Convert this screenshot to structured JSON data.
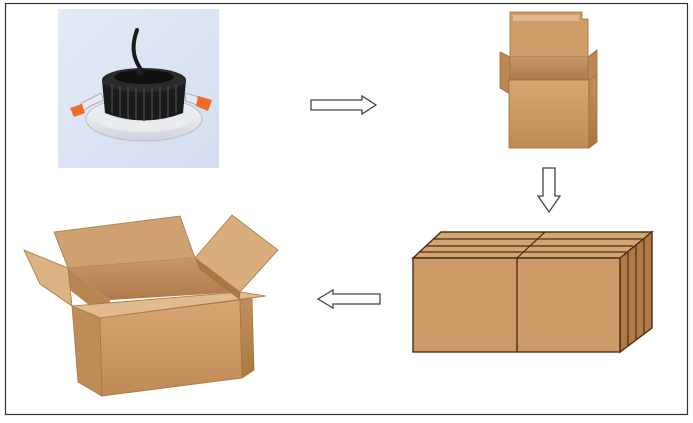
{
  "diagram": {
    "steps": [
      {
        "id": "product",
        "icon": "downlight-product-icon"
      },
      {
        "id": "inner-box",
        "icon": "open-inner-box-icon"
      },
      {
        "id": "packed-boxes",
        "icon": "packed-box-group-icon"
      },
      {
        "id": "outer-carton",
        "icon": "open-outer-carton-icon"
      }
    ],
    "flow": [
      "right",
      "down",
      "left"
    ],
    "colors": {
      "frame": "#333333",
      "photo_bg": "#dde6f4",
      "cardboard_light": "#d9ad7c",
      "cardboard_mid": "#c48d57",
      "cardboard_dark": "#a87341",
      "cardboard_line": "#4e2e16",
      "fixture_black": "#1b1b1b",
      "fixture_white": "#f4f4f4",
      "clip_orange": "#f06a2a",
      "arrow_fill": "#ffffff",
      "arrow_stroke": "#444444"
    }
  }
}
